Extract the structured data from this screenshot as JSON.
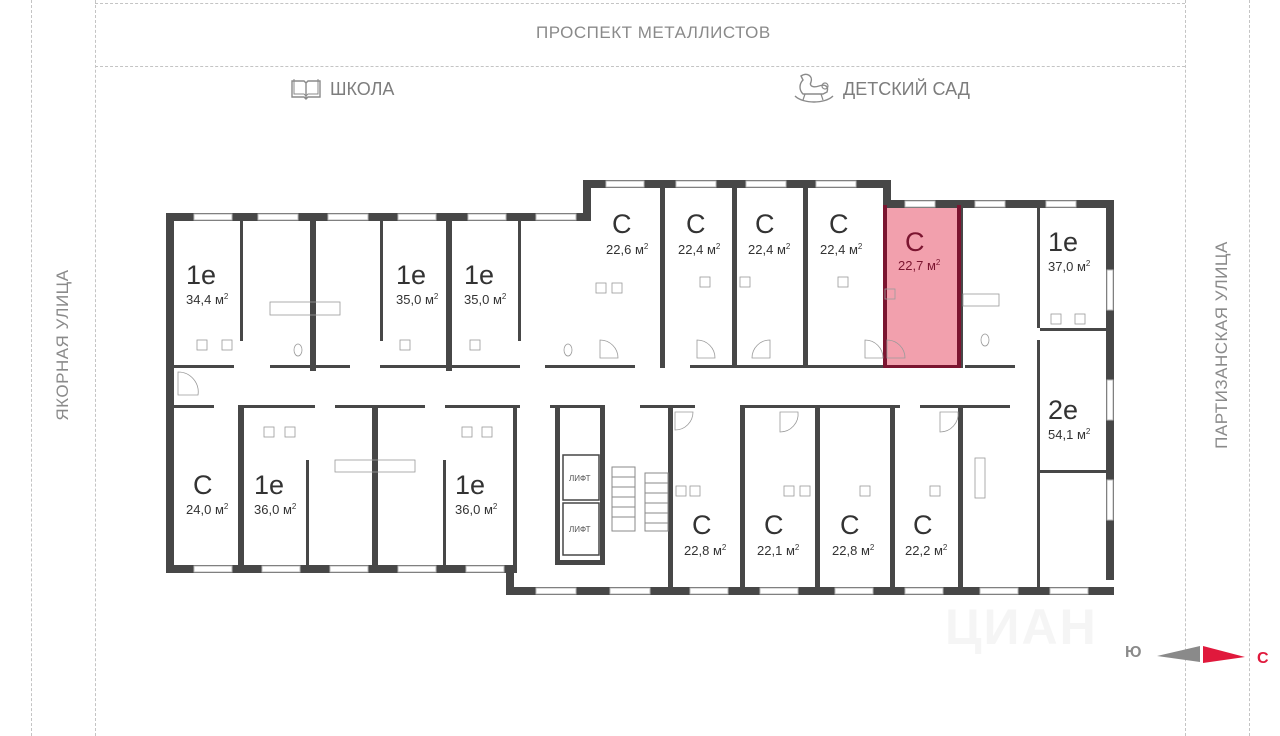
{
  "streets": {
    "top": "ПРОСПЕКТ МЕТАЛЛИСТОВ",
    "left": "ЯКОРНАЯ УЛИЦА",
    "right": "ПАРТИЗАНСКАЯ УЛИЦА"
  },
  "pois": [
    {
      "icon": "book-icon",
      "label": "ШКОЛА"
    },
    {
      "icon": "rocking-horse-icon",
      "label": "ДЕТСКИЙ САД"
    }
  ],
  "area_unit": "м",
  "area_unit_power": "2",
  "apartments": [
    {
      "id": "a1",
      "type": "1e",
      "area": "34,4",
      "highlighted": false
    },
    {
      "id": "a2",
      "type": "1e",
      "area": "35,0",
      "highlighted": false
    },
    {
      "id": "a3",
      "type": "1e",
      "area": "35,0",
      "highlighted": false
    },
    {
      "id": "a4",
      "type": "С",
      "area": "22,6",
      "highlighted": false
    },
    {
      "id": "a5",
      "type": "С",
      "area": "22,4",
      "highlighted": false
    },
    {
      "id": "a6",
      "type": "С",
      "area": "22,4",
      "highlighted": false
    },
    {
      "id": "a7",
      "type": "С",
      "area": "22,4",
      "highlighted": false
    },
    {
      "id": "a8",
      "type": "С",
      "area": "22,7",
      "highlighted": true
    },
    {
      "id": "a9",
      "type": "1e",
      "area": "37,0",
      "highlighted": false
    },
    {
      "id": "a10",
      "type": "2e",
      "area": "54,1",
      "highlighted": false
    },
    {
      "id": "a11",
      "type": "С",
      "area": "24,0",
      "highlighted": false
    },
    {
      "id": "a12",
      "type": "1e",
      "area": "36,0",
      "highlighted": false
    },
    {
      "id": "a13",
      "type": "1e",
      "area": "36,0",
      "highlighted": false
    },
    {
      "id": "a14",
      "type": "С",
      "area": "22,8",
      "highlighted": false
    },
    {
      "id": "a15",
      "type": "С",
      "area": "22,1",
      "highlighted": false
    },
    {
      "id": "a16",
      "type": "С",
      "area": "22,8",
      "highlighted": false
    },
    {
      "id": "a17",
      "type": "С",
      "area": "22,2",
      "highlighted": false
    }
  ],
  "lifts": [
    "ЛИФТ",
    "ЛИФТ"
  ],
  "compass": {
    "south": "Ю",
    "north": "С"
  },
  "watermark": "ЦИАН",
  "colors": {
    "wall": "#474747",
    "highlight_fill": "#f2a0ad",
    "highlight_wall": "#7b1530",
    "north": "#e0193c",
    "south": "#8a8a8a"
  }
}
